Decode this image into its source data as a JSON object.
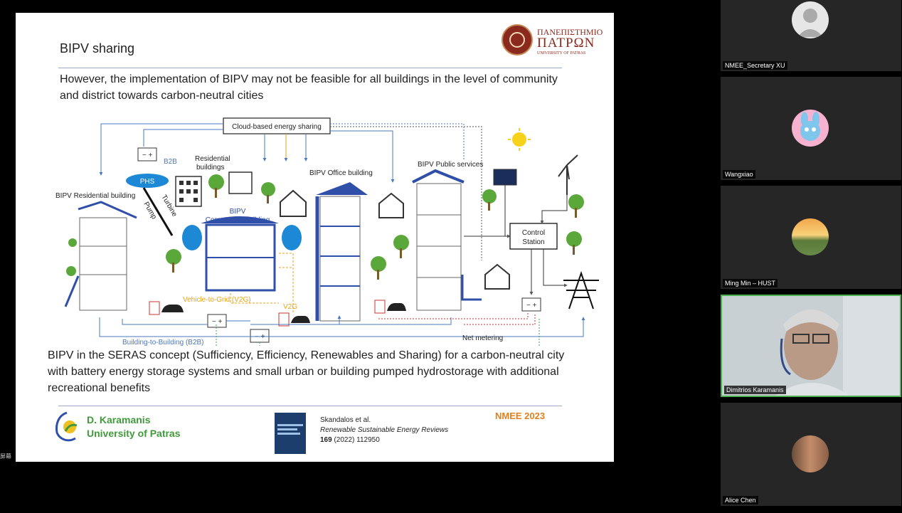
{
  "slide": {
    "title": "BIPV sharing",
    "university_logo": {
      "line1": "ΠΑΝΕΠΙΣΤΗΜΙΟ",
      "line2": "ΠΑΤΡΩΝ",
      "line3": "UNIVERSITY OF PATRAS"
    },
    "intro_text": "However, the implementation of BIPV may not be feasible for all buildings in the level of community and district towards carbon-neutral cities",
    "summary_text": "BIPV in the SERAS concept (Sufficiency, Efficiency, Renewables and Sharing) for a carbon-neutral city with battery energy storage systems and small urban or building pumped hydrostorage with additional recreational benefits",
    "author_name": "D. Karamanis",
    "author_affiliation": "University of Patras",
    "reference": {
      "authors": "Skandalos et al.",
      "journal": "Renewable Sustainable Energy Reviews",
      "volume": "169",
      "details": " (2022) 112950"
    },
    "conference": "NMEE 2023"
  },
  "diagram": {
    "cloud_label": "Cloud-based energy sharing",
    "b2b_top": "B2B",
    "residential_label_1": "Residential",
    "residential_label_2": "buildings",
    "bipv_residential": "BIPV Residential building",
    "phs": "PHS",
    "turbine": "Turbine",
    "pump": "Pump",
    "bipv_commercial_1": "BIPV",
    "bipv_commercial_2": "Commercial building",
    "bipv_office": "BIPV Office building",
    "bipv_public": "BIPV Public services",
    "control_station_1": "Control",
    "control_station_2": "Station",
    "v2g_long": "Vehicle-to-Grid (V2G)",
    "v2g_short": "V2G",
    "b2b_bottom": "Building-to-Building (B2B)",
    "net_metering": "Net metering",
    "colors": {
      "building_blue": "#2f4fa8",
      "flow_blue": "#4a78c0",
      "grid_line": "#777777",
      "v2g_orange": "#e8a317",
      "tree_green": "#5aa83a",
      "dotted_green": "#3ea64a"
    }
  },
  "participants": [
    {
      "name": "NMEE_Secretary XU",
      "avatar_icon": "default-person-icon"
    },
    {
      "name": "Wangxiao",
      "avatar_icon": "cartoon-rabbit-avatar"
    },
    {
      "name": "Ming Min – HUST",
      "avatar_icon": "sunset-landscape-avatar"
    },
    {
      "name": "Dimitrios Karamanis",
      "avatar_icon": "video-feed"
    },
    {
      "name": "Alice Chen",
      "avatar_icon": "photo-avatar"
    }
  ],
  "side_mark": "屏幕"
}
